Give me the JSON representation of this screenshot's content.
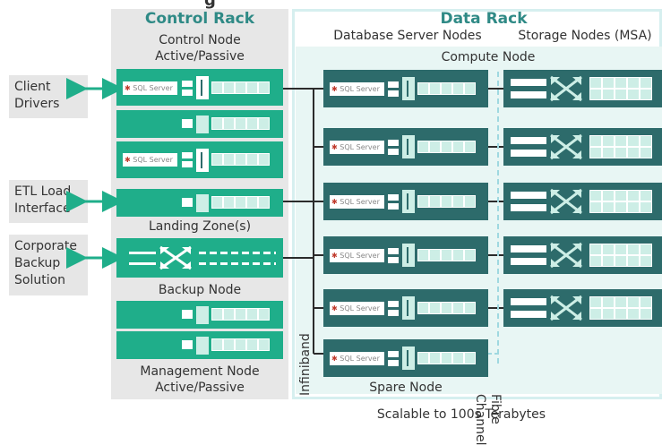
{
  "title_partial": "g",
  "control_rack": {
    "title": "Control Rack",
    "control_node": "Control Node\nActive/Passive",
    "landing_zone": "Landing Zone(s)",
    "backup_node": "Backup Node",
    "management_node": "Management Node\nActive/Passive"
  },
  "data_rack": {
    "title": "Data Rack",
    "db_nodes": "Database Server Nodes",
    "storage_nodes": "Storage Nodes (MSA)",
    "compute_node": "Compute Node",
    "spare_node": "Spare Node",
    "infiniband": "Infiniband",
    "fibre_channel": "Fibre\nChannel",
    "footer": "Scalable to 100s Terabytes"
  },
  "external": {
    "client_drivers": "Client\nDrivers",
    "etl": "ETL Load\nInterface",
    "backup": "Corporate\nBackup\nSolution"
  },
  "logo_text": "SQL Server",
  "colors": {
    "control_green": "#1fae8a",
    "data_teal": "#2d6b6b",
    "header_teal": "#2f8a86",
    "arrow_green": "#1fae8a"
  }
}
